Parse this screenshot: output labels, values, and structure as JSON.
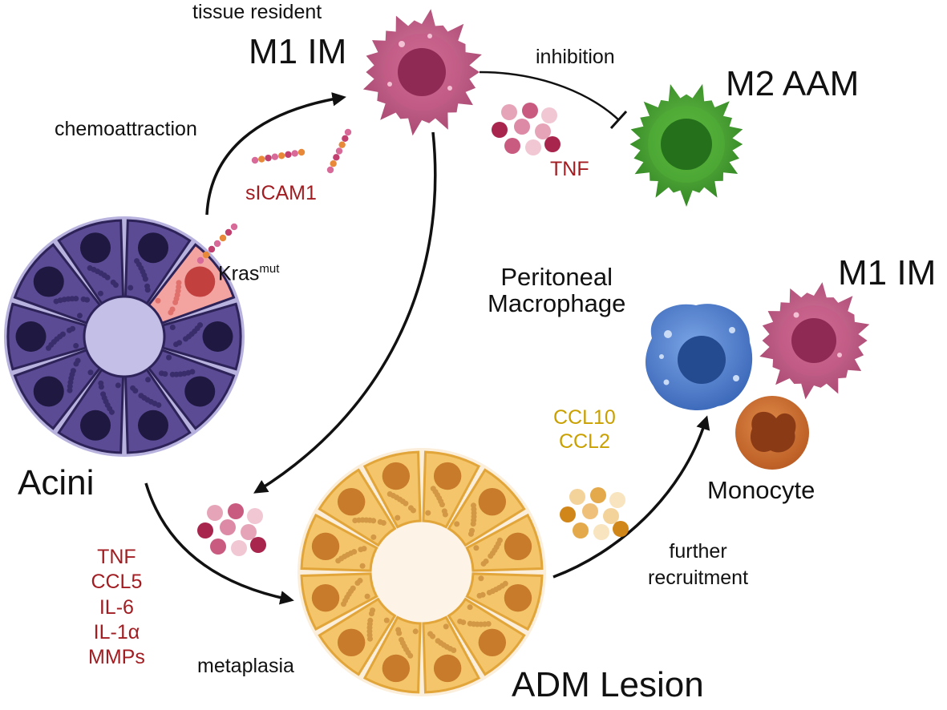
{
  "labels": {
    "tissue_resident": "tissue resident",
    "m1_im_top": "M1 IM",
    "inhibition": "inhibition",
    "m2_aam": "M2 AAM",
    "tnf_top": "TNF",
    "chemoattraction": "chemoattraction",
    "sicam1": "sICAM1",
    "kras": "Kras",
    "kras_sup": "mut",
    "peritoneal_macrophage": [
      "Peritoneal",
      "Macrophage"
    ],
    "m1_im_right": "M1 IM",
    "acini": "Acini",
    "ccl10": "CCL10",
    "ccl2": "CCL2",
    "monocyte": "Monocyte",
    "cytokines": [
      "TNF",
      "CCL5",
      "IL-6",
      "IL-1α",
      "MMPs"
    ],
    "further_recruitment": [
      "further",
      "recruitment"
    ],
    "metaplasia": "metaplasia",
    "adm_lesion": "ADM Lesion"
  },
  "colors": {
    "m1_macrophage": "#b84d7a",
    "m2_macrophage": "#3f9a2c",
    "peritoneal": "#3f6fc4",
    "monocyte": "#c96b2a",
    "acini": "#5a4a92",
    "kras_cell": "#f08a8a",
    "adm_cell": "#f2c76b",
    "cytokine_red": "#a11d22",
    "cytokine_gold": "#c9a000"
  }
}
